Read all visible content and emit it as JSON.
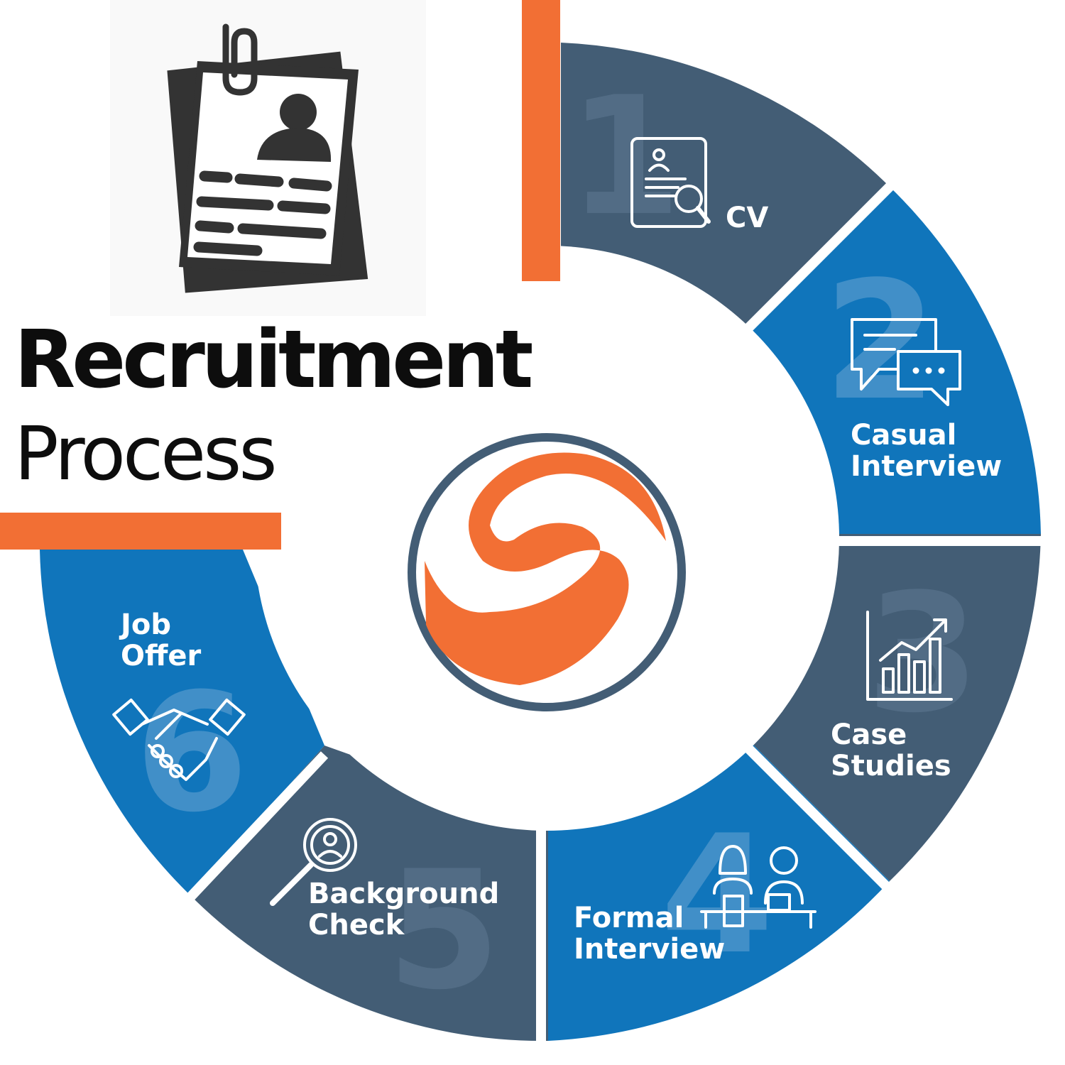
{
  "title": {
    "main": "Recruitment",
    "sub": "Process"
  },
  "colors": {
    "dark_segment": "#435d75",
    "blue_segment": "#1075bb",
    "accent_orange": "#f26f34",
    "logo_ring": "#435d75",
    "title_text": "#0d0d0d"
  },
  "steps": [
    {
      "number": "1",
      "label_lines": [
        "CV"
      ],
      "icon": "cv-search-icon",
      "color": "#435d75"
    },
    {
      "number": "2",
      "label_lines": [
        "Casual",
        "Interview"
      ],
      "icon": "chat-bubbles-icon",
      "color": "#1075bb"
    },
    {
      "number": "3",
      "label_lines": [
        "Case",
        "Studies"
      ],
      "icon": "growth-chart-icon",
      "color": "#435d75"
    },
    {
      "number": "4",
      "label_lines": [
        "Formal",
        "Interview"
      ],
      "icon": "interview-desk-icon",
      "color": "#1075bb"
    },
    {
      "number": "5",
      "label_lines": [
        "Background",
        "Check"
      ],
      "icon": "person-search-icon",
      "color": "#435d75"
    },
    {
      "number": "6",
      "label_lines": [
        "Job",
        "Offer"
      ],
      "icon": "handshake-icon",
      "color": "#1075bb"
    }
  ],
  "header_icon": "resume-clipboard-icon",
  "center_logo": "swoosh-logo-icon"
}
